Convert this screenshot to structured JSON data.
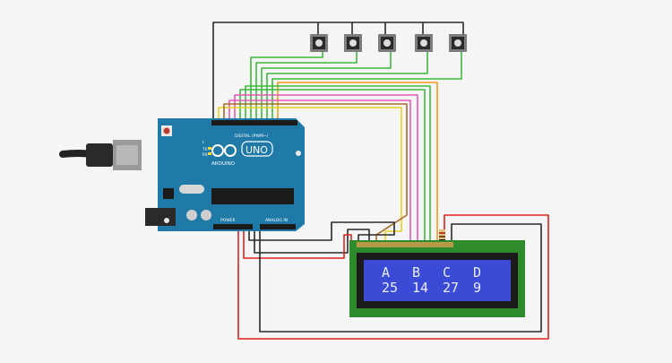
{
  "board": {
    "logo_text": "ARDUINO",
    "model_text": "UNO",
    "digital_label": "DIGITAL (PWM~)",
    "power_label": "POWER",
    "analog_label": "ANALOG IN",
    "tx_label": "TX",
    "rx_label": "RX",
    "l_label": "L"
  },
  "lcd": {
    "line1": [
      "A",
      "B",
      "C",
      "D"
    ],
    "line2": [
      "25",
      "14",
      "27",
      "9"
    ],
    "background_color": "#3c4bd6",
    "pcb_color": "#2e8b2b"
  },
  "buttons": {
    "count": 5
  },
  "colors": {
    "board": "#1f7aa8",
    "wire_black": "#2a2a2a",
    "wire_red": "#e0201b",
    "wire_green": "#3dbb3d",
    "wire_pink": "#e659b8",
    "wire_yellow": "#e8d21c",
    "wire_orange": "#f29a1c",
    "wire_brown": "#a86a2a"
  }
}
